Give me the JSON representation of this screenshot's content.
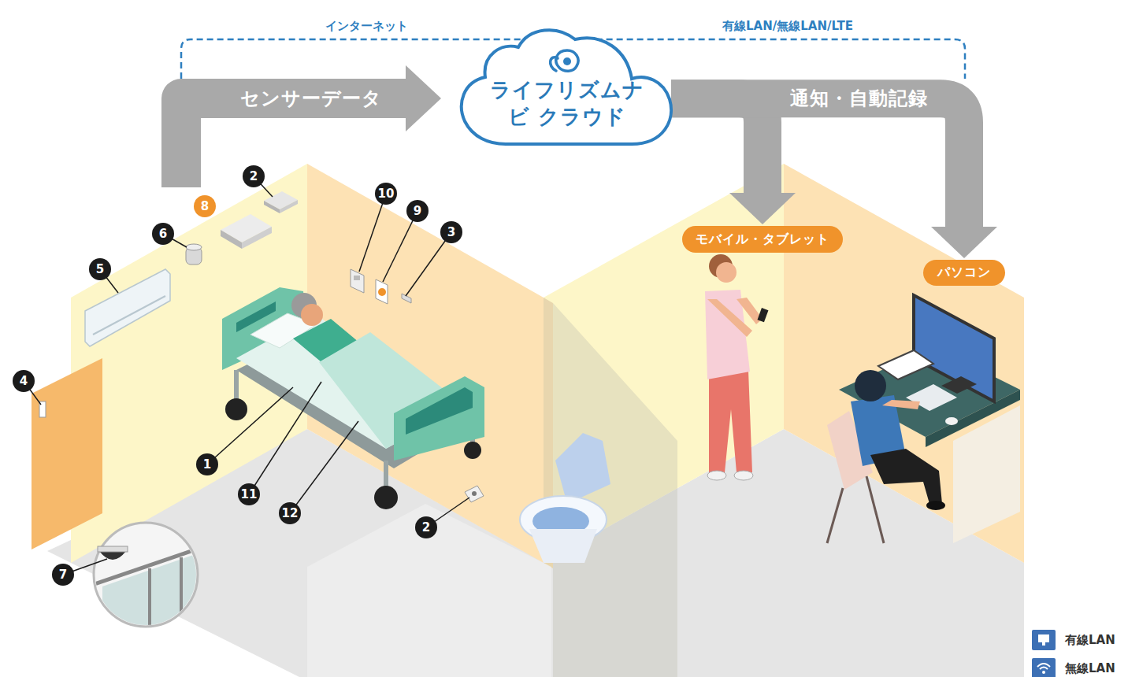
{
  "diagram": {
    "nodes": [
      {
        "text": [
          "ライフリズムナビ クラウド"
        ]
      },
      {
        "text": [
          "モバイル・タブレット"
        ]
      },
      {
        "text": [
          "パソコン"
        ]
      }
    ],
    "edges": [
      {
        "from": 0,
        "to": 1,
        "arrow": "to"
      },
      {
        "from": 0,
        "to": 2,
        "arrow": "to"
      }
    ],
    "labels": [
      "インターネット",
      "有線LAN/無線LAN/LTE",
      "センサーデータ",
      "通知・自動記録",
      "2",
      "10",
      "8",
      "9",
      "3",
      "6",
      "5",
      "4",
      "1",
      "11",
      "12",
      "2",
      "7"
    ],
    "legend": [
      {
        "text": "有線LAN",
        "color": "#3d70b5"
      },
      {
        "text": "無線LAN",
        "color": "#3d70b5"
      }
    ]
  }
}
